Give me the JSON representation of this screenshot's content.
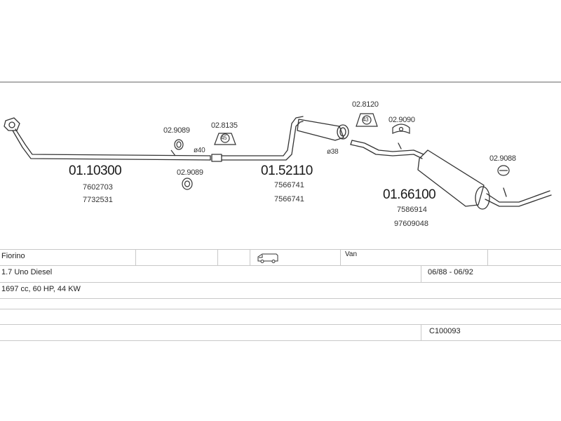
{
  "parts": {
    "front_pipe": {
      "number": "01.10300",
      "refs": [
        "7602703",
        "7732531"
      ]
    },
    "middle": {
      "number": "01.52110",
      "refs": [
        "7566741",
        "7566741"
      ]
    },
    "rear": {
      "number": "01.66100",
      "refs": [
        "7586914",
        "97609048"
      ]
    }
  },
  "accessories": {
    "gasket_upper": "02.9089",
    "gasket_lower": "02.9089",
    "clamp_mid": "02.8135",
    "clamp_mid_size": "45",
    "diameter_40": "ø40",
    "diameter_38": "ø38",
    "clamp_rear": "02.8120",
    "clamp_rear_size": "43",
    "mount_upper": "02.9090",
    "mount_rear": "02.9088"
  },
  "vehicle": {
    "model": "Fiorino",
    "body_type": "Van",
    "engine": "1.7 Uno Diesel",
    "years": "06/88 - 06/92",
    "specs": "1697 cc, 60 HP, 44 KW",
    "code": "C100093",
    "body_icon": "van-icon"
  }
}
